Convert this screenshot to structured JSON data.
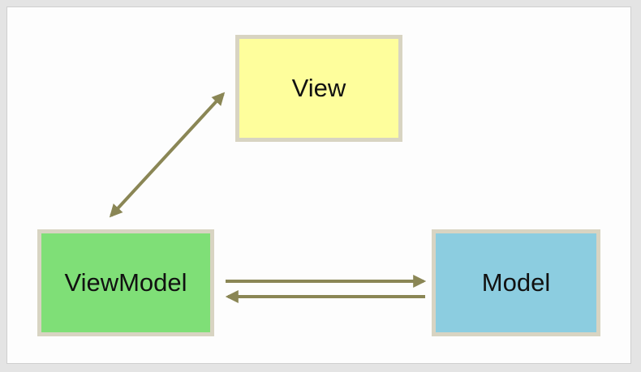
{
  "diagram": {
    "nodes": {
      "view": {
        "label": "View",
        "fill": "#fefe9c"
      },
      "viewmodel": {
        "label": "ViewModel",
        "fill": "#7fdf77"
      },
      "model": {
        "label": "Model",
        "fill": "#8ccde0"
      }
    },
    "edges": [
      {
        "from": "viewmodel",
        "to": "view",
        "direction": "both"
      },
      {
        "from": "viewmodel",
        "to": "model",
        "direction": "forward"
      },
      {
        "from": "model",
        "to": "viewmodel",
        "direction": "forward"
      }
    ],
    "colors": {
      "arrow": "#8a8655",
      "node_border": "#d8d4c2",
      "background": "#fdfdfd"
    }
  }
}
